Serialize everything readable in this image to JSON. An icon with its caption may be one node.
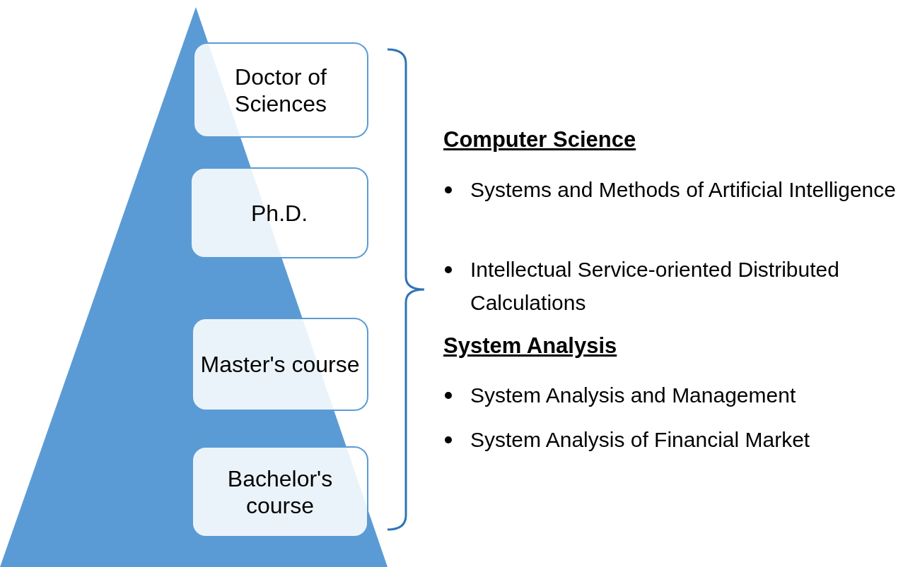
{
  "diagram": {
    "nodes": [
      {
        "text": [
          "Doctor of Sciences"
        ]
      },
      {
        "text": [
          "Ph.D."
        ]
      },
      {
        "text": [
          "Master's course"
        ]
      },
      {
        "text": [
          "Bachelor's course"
        ]
      }
    ],
    "labels": [
      "Computer Science",
      "Systems and Methods of Artificial Intelligence",
      "Intellectual Service-oriented Distributed Calculations",
      "System Analysis",
      "System Analysis and Management",
      "System Analysis of Financial Market"
    ]
  }
}
